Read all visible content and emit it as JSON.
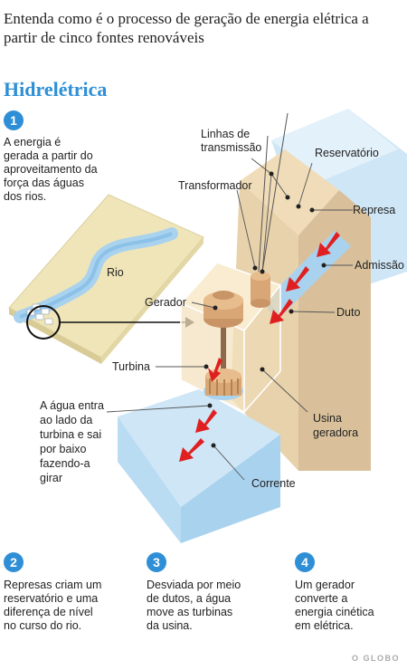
{
  "headline": "Entenda como é o processo de geração de energia elétrica a partir de cinco fontes renováveis",
  "section_title": "Hidrelétrica",
  "steps": [
    {
      "num": "1",
      "text": [
        "A energia é",
        "gerada a partir do",
        "aproveitamento da",
        "força das águas",
        "dos rios."
      ]
    },
    {
      "num": "2",
      "text": [
        "Represas criam um",
        "reservatório e uma",
        "diferença de nível",
        "no curso do rio."
      ]
    },
    {
      "num": "3",
      "text": [
        "Desviada por meio",
        "de dutos, a água",
        "move as turbinas",
        "da usina."
      ]
    },
    {
      "num": "4",
      "text": [
        "Um gerador",
        "converte a",
        "energia cinética",
        "em elétrica."
      ]
    }
  ],
  "labels": {
    "linhas": [
      "Linhas de",
      "transmissão"
    ],
    "reservatorio": "Reservatório",
    "transformador": "Transformador",
    "represa": "Represa",
    "admissao": "Admissão",
    "rio": "Rio",
    "gerador": "Gerador",
    "duto": "Duto",
    "turbina": "Turbina",
    "agua_entra": [
      "A água entra",
      "ao lado da",
      "turbina e sai",
      "por baixo",
      "fazendo-a",
      "girar"
    ],
    "usina": [
      "Usina",
      "geradora"
    ],
    "corrente": "Corrente"
  },
  "credit": "O GLOBO",
  "colors": {
    "accent": "#2e8fd6",
    "water": "#cfe6f6",
    "water_dark": "#a9d2ef",
    "dam": "#f0dcb8",
    "dam_dark": "#d9c09a",
    "arrow": "#e02020"
  }
}
